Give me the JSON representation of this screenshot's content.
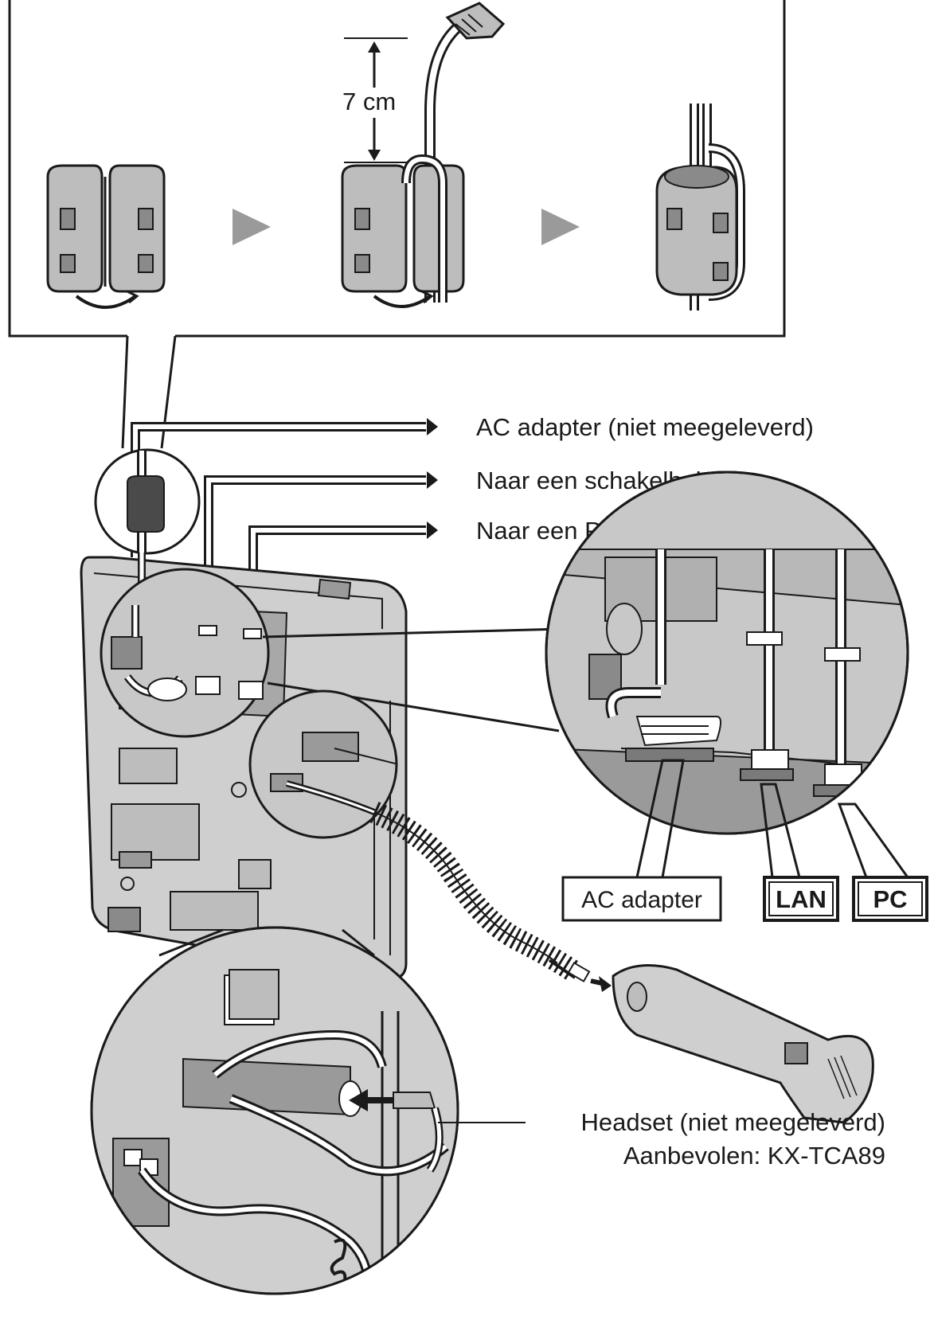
{
  "diagram": {
    "measure_label": "7 cm",
    "callouts": {
      "ac_adapter": "AC adapter (niet meegeleverd)",
      "switching_hub": "Naar een schakelhub.",
      "pc": "Naar een PC.",
      "headset_line1": "Headset (niet meegeleverd)",
      "headset_line2": "Aanbevolen: KX-TCA89"
    },
    "port_labels": {
      "ac_adapter": "AC adapter",
      "lan": "LAN",
      "pc": "PC"
    },
    "colors": {
      "line": "#1a1a1a",
      "device_fill": "#cfcfcf",
      "device_dark": "#8a8a8a",
      "step_arrow": "#9a9a9a"
    }
  }
}
